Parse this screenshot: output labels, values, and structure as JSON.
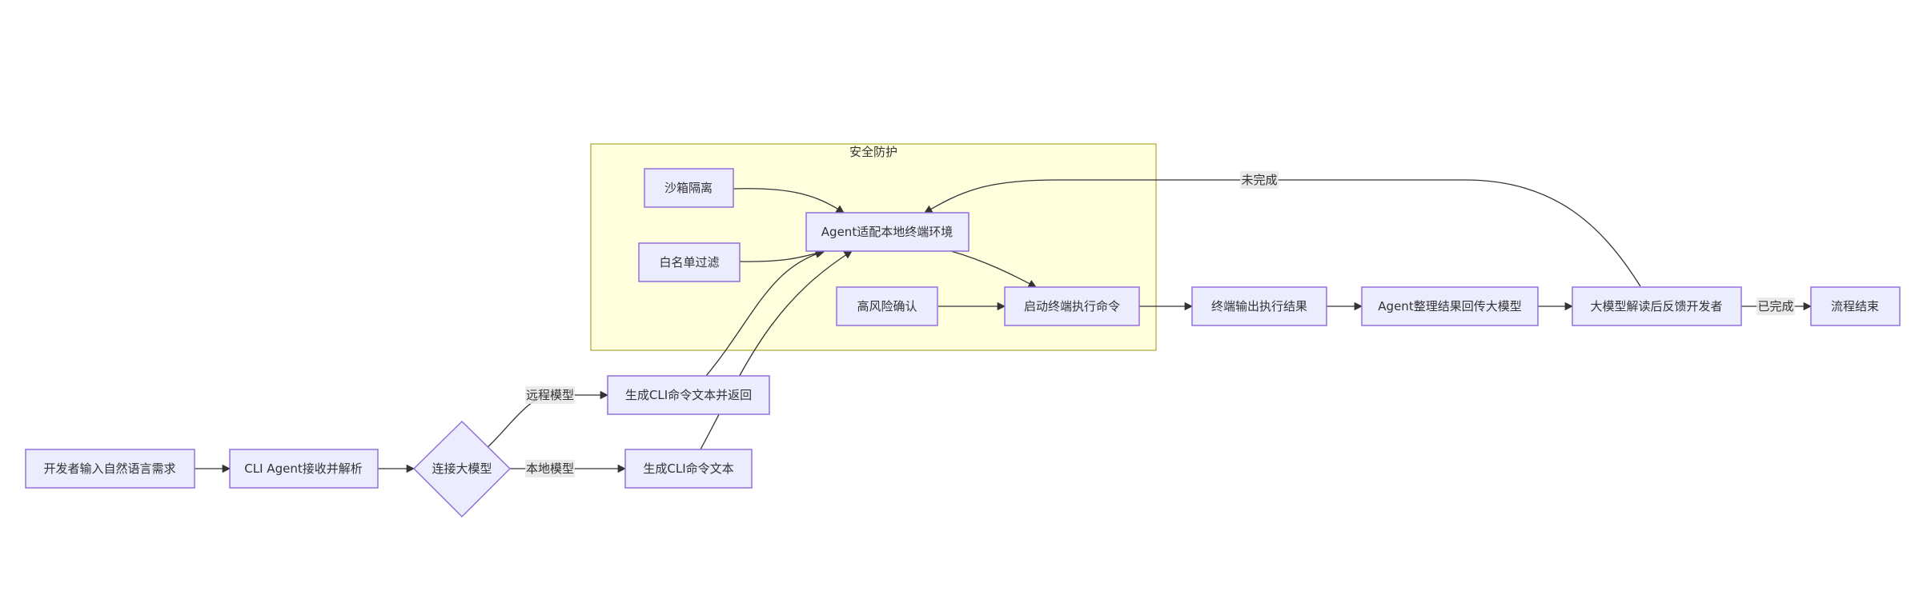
{
  "cluster": {
    "title": "安全防护"
  },
  "nodes": {
    "dev_input": "开发者输入自然语言需求",
    "cli_parse": "CLI Agent接收并解析",
    "connect_model": "连接大模型",
    "remote_gen": "生成CLI命令文本并返回",
    "local_gen": "生成CLI命令文本",
    "sandbox": "沙箱隔离",
    "whitelist": "白名单过滤",
    "adapt_env": "Agent适配本地终端环境",
    "high_risk": "高风险确认",
    "launch_exec": "启动终端执行命令",
    "term_output": "终端输出执行结果",
    "agent_return": "Agent整理结果回传大模型",
    "model_feedback": "大模型解读后反馈开发者",
    "flow_end": "流程结束"
  },
  "edge_labels": {
    "remote": "远程模型",
    "local": "本地模型",
    "incomplete": "未完成",
    "complete": "已完成"
  },
  "colors": {
    "node_fill": "#ececff",
    "node_stroke": "#9370db",
    "cluster_fill": "#ffffde",
    "cluster_stroke": "#aaaa33",
    "edge": "#333333"
  }
}
